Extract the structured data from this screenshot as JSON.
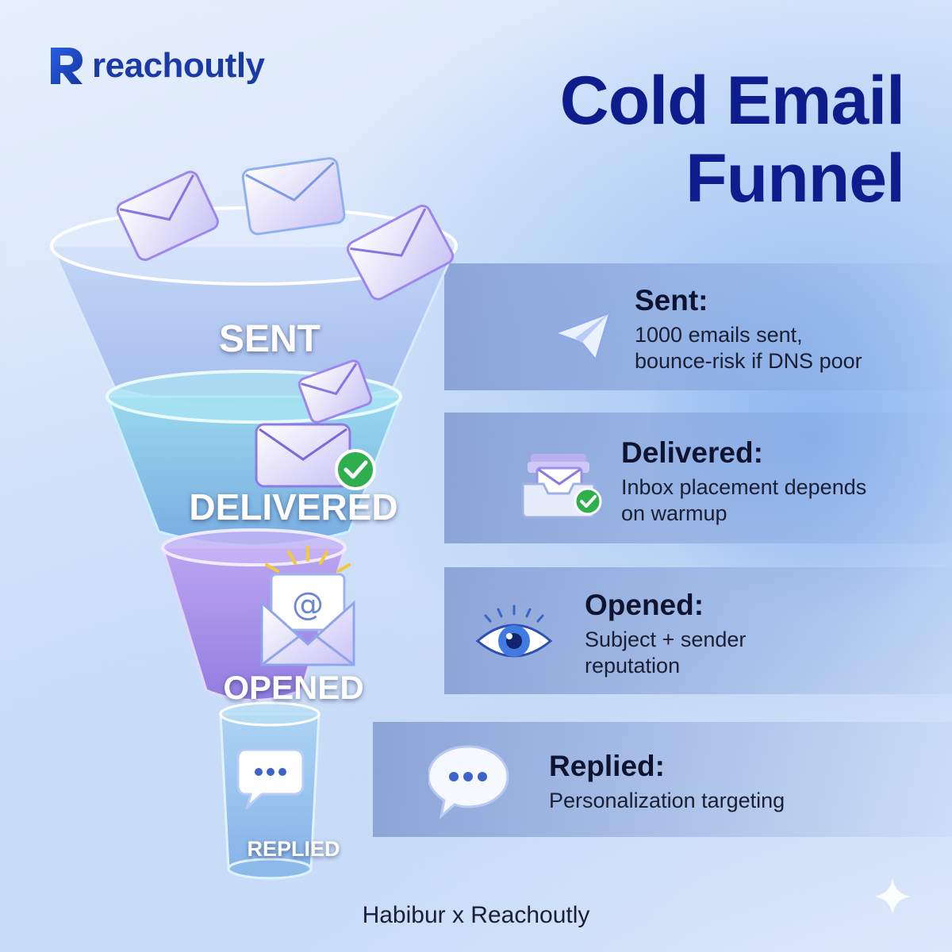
{
  "brand": {
    "name": "reachoutly"
  },
  "title": {
    "line1": "Cold Email",
    "line2": "Funnel"
  },
  "stages": [
    {
      "label": "SENT",
      "title": "Sent:",
      "desc_line1": "1000 emails sent,",
      "desc_line2": "bounce-risk if DNS poor",
      "icon": "paper-plane-icon"
    },
    {
      "label": "DELIVERED",
      "title": "Delivered:",
      "desc_line1": "Inbox placement depends",
      "desc_line2": "on warmup",
      "icon": "inbox-check-icon"
    },
    {
      "label": "OPENED",
      "title": "Opened:",
      "desc_line1": "Subject + sender",
      "desc_line2": "reputation",
      "icon": "eye-icon"
    },
    {
      "label": "REPLIED",
      "title": "Replied:",
      "desc_line1": "Personalization targeting",
      "desc_line2": "",
      "icon": "chat-bubble-icon"
    }
  ],
  "footer": {
    "credit": "Habibur x Reachoutly"
  },
  "colors": {
    "title": "#0d1d8e",
    "brand": "#1a3aa8",
    "check": "#2fae4e"
  }
}
